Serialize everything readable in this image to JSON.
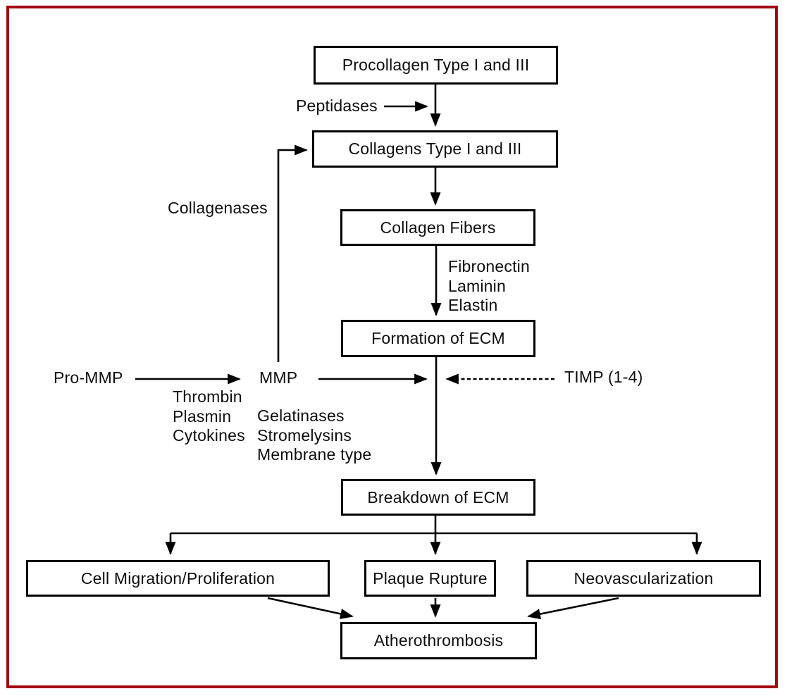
{
  "figure": {
    "border_color": "#a30711",
    "background_color": "#ffffff",
    "line_color": "#000000",
    "description": "Flow diagram of extracellular matrix (ECM) turnover leading to atherothrombosis"
  },
  "nodes": {
    "procollagen": "Procollagen Type I and III",
    "collagens": "Collagens Type I and III",
    "collagen_fibers": "Collagen Fibers",
    "formation_ecm": "Formation of ECM",
    "breakdown_ecm": "Breakdown of ECM",
    "cell_migration": "Cell Migration/Proliferation",
    "plaque_rupture": "Plaque Rupture",
    "neovascularization": "Neovascularization",
    "atherothrombosis": "Atherothrombosis"
  },
  "labels": {
    "peptidases": "Peptidases",
    "collagenases": "Collagenases",
    "fibronectin": "Fibronectin",
    "laminin": "Laminin",
    "elastin": "Elastin",
    "pro_mmp": "Pro-MMP",
    "mmp": "MMP",
    "thrombin": "Thrombin",
    "plasmin": "Plasmin",
    "cytokines": "Cytokines",
    "gelatinases": "Gelatinases",
    "stromelysins": "Stromelysins",
    "membrane_type": "Membrane type",
    "timp": "TIMP (1-4)"
  }
}
